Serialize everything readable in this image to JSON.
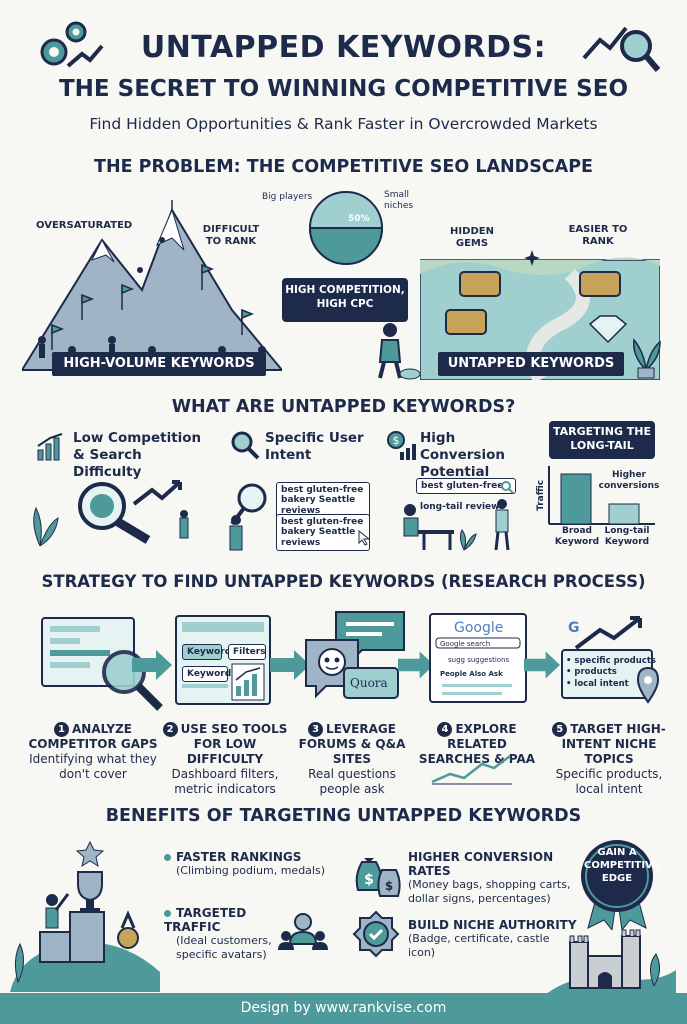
{
  "header": {
    "title_line1": "UNTAPPED KEYWORDS:",
    "title_line2": "THE SECRET TO WINNING COMPETITIVE SEO",
    "subtitle": "Find Hidden Opportunities & Rank Faster in Overcrowded Markets"
  },
  "problem": {
    "heading": "THE PROBLEM: THE COMPETITIVE SEO LANDSCAPE",
    "oversaturated": "OVERSATURATED",
    "difficult_to_rank": "DIFFICULT TO RANK",
    "big_players": "Big players",
    "small_niches": "Small niches",
    "pie_percent": "50%",
    "high_competition": "HIGH COMPETITION, HIGH CPC",
    "hidden_gems": "HIDDEN GEMS",
    "easier_to_rank": "EASIER TO RANK",
    "high_volume_label": "HIGH-VOLUME KEYWORDS",
    "untapped_label": "UNTAPPED KEYWORDS",
    "pie_big_fraction": 0.5
  },
  "what": {
    "heading": "WHAT ARE UNTAPPED KEYWORDS?",
    "features": [
      {
        "title": "Low Competition & Search Difficulty",
        "icon": "bar-chart-icon"
      },
      {
        "title": "Specific User Intent",
        "icon": "magnifier-icon"
      },
      {
        "title": "High Conversion Potential",
        "icon": "dollar-icon"
      }
    ],
    "long_tail_badge": "TARGETING THE LONG-TAIL",
    "search_example_1": "best gluten-free bakery Seattle reviews",
    "search_example_2": "best gluten-free bakery Seattle reviews",
    "search_box": "best gluten-free",
    "long_tail_reviews": "long-tail reviews",
    "chart": {
      "ylabel": "Traffic",
      "annotation": "Higher conversions",
      "categories": [
        "Broad Keyword",
        "Long-tail Keyword"
      ],
      "values": [
        1.0,
        0.4
      ]
    }
  },
  "strategy": {
    "heading": "STRATEGY TO FIND UNTAPPED KEYWORDS (RESEARCH PROCESS)",
    "tool_keyword": "Keyword",
    "tool_filters": "Filters",
    "tool_keyword2": "Keyword",
    "quora": "Quora",
    "google": "Google",
    "google_search": "Google search",
    "sugg": "sugg suggestions",
    "paa": "People Also Ask",
    "niche_list": [
      "specific products",
      "products",
      "local intent"
    ],
    "steps": [
      {
        "num": "1",
        "title": "ANALYZE COMPETITOR GAPS",
        "desc": "Identifying what they don't cover"
      },
      {
        "num": "2",
        "title": "USE SEO TOOLS FOR LOW DIFFICULTY",
        "desc": "Dashboard filters, metric indicators"
      },
      {
        "num": "3",
        "title": "LEVERAGE FORUMS & Q&A SITES",
        "desc": "Real questions people ask"
      },
      {
        "num": "4",
        "title": "EXPLORE RELATED SEARCHES & PAA",
        "desc": ""
      },
      {
        "num": "5",
        "title": "TARGET HIGH-INTENT NICHE TOPICS",
        "desc": "Specific products, local intent"
      }
    ]
  },
  "benefits": {
    "heading": "BENEFITS OF TARGETING UNTAPPED KEYWORDS",
    "items": [
      {
        "title": "FASTER RANKINGS",
        "desc": "(Climbing podium, medals)"
      },
      {
        "title": "TARGETED TRAFFIC",
        "desc": "(Ideal customers, specific avatars)"
      },
      {
        "title": "HIGHER CONVERSION RATES",
        "desc": "(Money bags, shopping carts, dollar signs, percentages)"
      },
      {
        "title": "BUILD NICHE AUTHORITY",
        "desc": "(Badge, certificate, castle icon)"
      }
    ],
    "badge": "GAIN A COMPETITIVE EDGE"
  },
  "footer": {
    "text": "Design by www.rankvise.com"
  },
  "colors": {
    "navy": "#1e2a4a",
    "teal": "#4e9a9a",
    "light_teal": "#9fcfcf"
  }
}
